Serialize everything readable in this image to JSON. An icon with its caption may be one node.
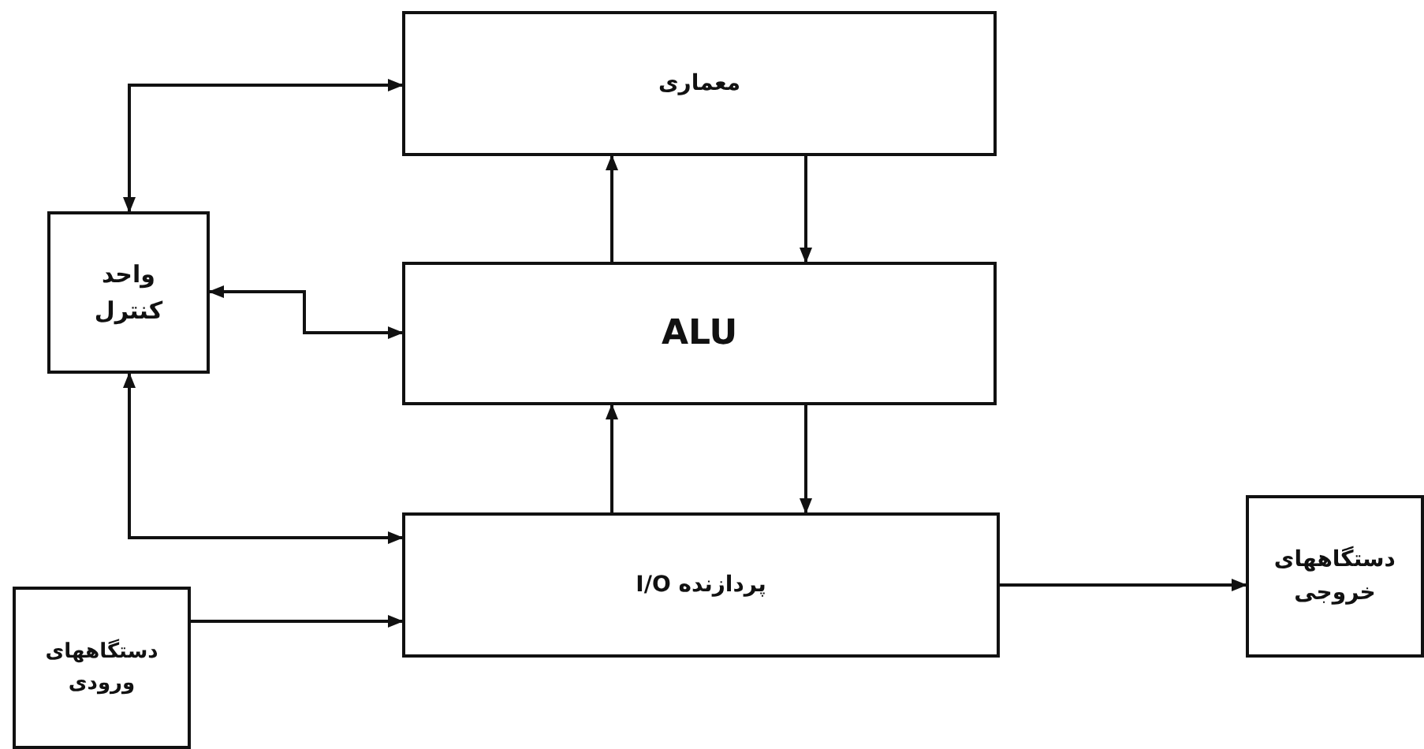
{
  "diagram": {
    "nodes": [
      {
        "text": [
          "معماری"
        ]
      },
      {
        "text": [
          "واحد کنترل"
        ]
      },
      {
        "text": [
          "ALU"
        ]
      },
      {
        "text": [
          "پردازنده I/O"
        ]
      },
      {
        "text": [
          "دستگاههای خروجی"
        ]
      },
      {
        "text": [
          "دستگاههای ورودی"
        ]
      }
    ],
    "edges": [
      {
        "from": 1,
        "to": 0,
        "arrow": "both"
      },
      {
        "from": 1,
        "to": 2,
        "arrow": "both"
      },
      {
        "from": 1,
        "to": 3,
        "arrow": "both"
      },
      {
        "from": 2,
        "to": 0,
        "arrow": "to"
      },
      {
        "from": 0,
        "to": 2,
        "arrow": "to"
      },
      {
        "from": 3,
        "to": 2,
        "arrow": "to"
      },
      {
        "from": 2,
        "to": 3,
        "arrow": "to"
      },
      {
        "from": 5,
        "to": 3,
        "arrow": "to"
      },
      {
        "from": 3,
        "to": 4,
        "arrow": "to"
      }
    ]
  }
}
